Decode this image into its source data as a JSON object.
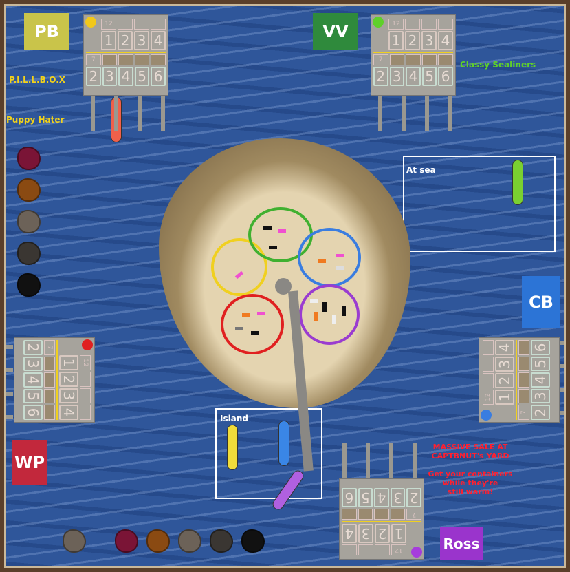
{
  "players": [
    {
      "tag": "PB",
      "color": "#c9c44a",
      "name": "P.I.L.L.B.O.X",
      "ally": "Puppy Hater",
      "dot": "#f2c81a"
    },
    {
      "tag": "VV",
      "color": "#2f8a3c",
      "name": "Classy Sealiners",
      "dot": "#5fd02a"
    },
    {
      "tag": "CB",
      "color": "#2c74d6",
      "dot": "#3a7de0"
    },
    {
      "tag": "WP",
      "color": "#c2283c",
      "dot": "#e02020"
    },
    {
      "tag": "Ross",
      "color": "#9a34cc",
      "dot": "#a63cdc"
    }
  ],
  "boards": {
    "top_small": "12",
    "top_big": [
      "1",
      "2",
      "3",
      "4"
    ],
    "bottom_small": "7",
    "bottom_big": [
      "2",
      "3",
      "4",
      "5",
      "6"
    ]
  },
  "areas": {
    "at_sea": "At sea",
    "island": "Island"
  },
  "ad": {
    "line1": "MASSIVE SALE AT",
    "line2": "CAPTBNUT's YARD",
    "line3": "Get your containers",
    "line4": "while they're",
    "line5": "still warm!"
  },
  "colors": {
    "goods": [
      "#7a1436",
      "#8a4a12",
      "#6c6258",
      "#3a3632",
      "#111111"
    ]
  }
}
